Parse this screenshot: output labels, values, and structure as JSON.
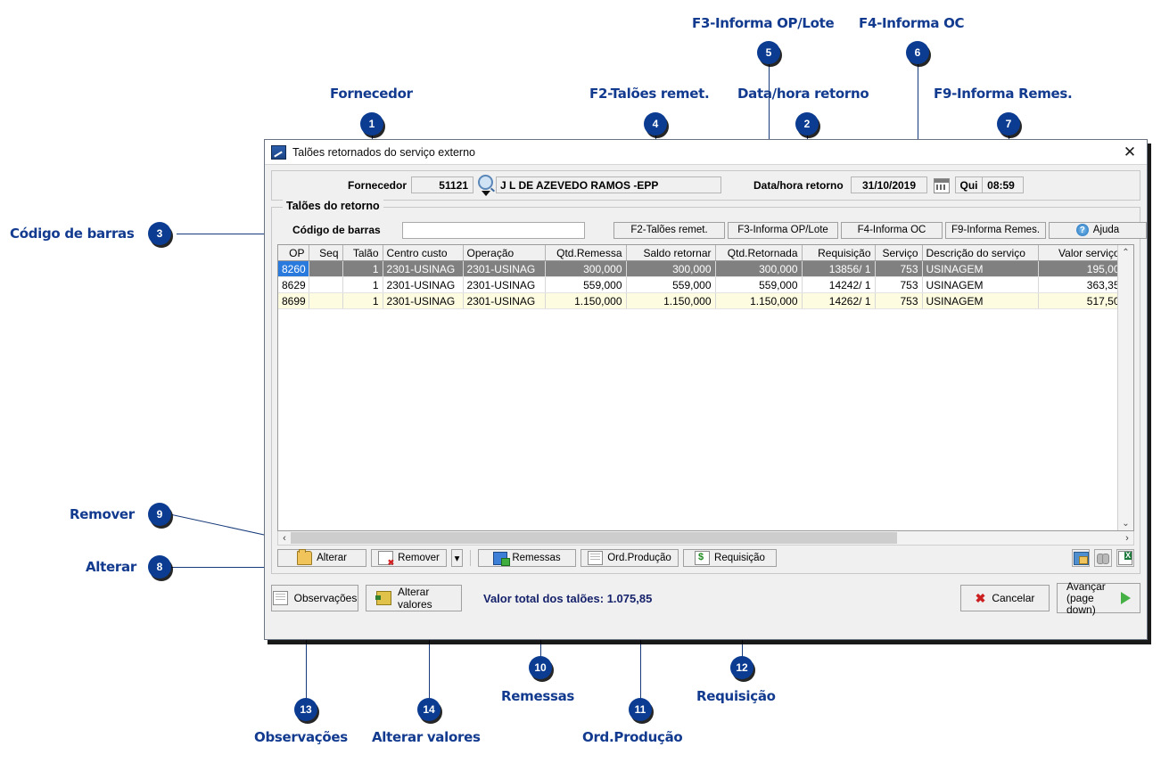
{
  "window": {
    "title": "Talões retornados do serviço externo",
    "close_label": "✕"
  },
  "header": {
    "fornecedor_label": "Fornecedor",
    "fornecedor_code": "51121",
    "fornecedor_name": "J L DE AZEVEDO RAMOS -EPP",
    "datahora_label": "Data/hora retorno",
    "date_value": "31/10/2019",
    "weekday_value": "Qui",
    "time_value": "08:59"
  },
  "group": {
    "title": "Talões do retorno",
    "barcode_label": "Código de barras",
    "barcode_value": "",
    "buttons": [
      {
        "label": "F2-Talões remet."
      },
      {
        "label": "F3-Informa OP/Lote"
      },
      {
        "label": "F4-Informa OC"
      },
      {
        "label": "F9-Informa Remes."
      }
    ],
    "help_label": "Ajuda"
  },
  "grid": {
    "columns": [
      "OP",
      "Seq",
      "Talão",
      "Centro custo",
      "Operação",
      "Qtd.Remessa",
      "Saldo retornar",
      "Qtd.Retornada",
      "Requisição",
      "Serviço",
      "Descrição do serviço",
      "Valor serviço"
    ],
    "rows": [
      {
        "op": "8260",
        "seq": "",
        "talao": "1",
        "centro_custo": "2301-USINAG",
        "operacao": "2301-USINAG",
        "qtd_remessa": "300,000",
        "saldo_retornar": "300,000",
        "qtd_retornada": "300,000",
        "requisicao": "13856/  1",
        "servico": "753",
        "descricao": "USINAGEM",
        "valor": "195,00"
      },
      {
        "op": "8629",
        "seq": "",
        "talao": "1",
        "centro_custo": "2301-USINAG",
        "operacao": "2301-USINAG",
        "qtd_remessa": "559,000",
        "saldo_retornar": "559,000",
        "qtd_retornada": "559,000",
        "requisicao": "14242/  1",
        "servico": "753",
        "descricao": "USINAGEM",
        "valor": "363,35"
      },
      {
        "op": "8699",
        "seq": "",
        "talao": "1",
        "centro_custo": "2301-USINAG",
        "operacao": "2301-USINAG",
        "qtd_remessa": "1.150,000",
        "saldo_retornar": "1.150,000",
        "qtd_retornada": "1.150,000",
        "requisicao": "14262/  1",
        "servico": "753",
        "descricao": "USINAGEM",
        "valor": "517,50"
      }
    ],
    "scroll_up": "⌃",
    "scroll_down": "⌄",
    "scroll_left": "‹",
    "scroll_right": "›"
  },
  "toolbar": {
    "alterar": "Alterar",
    "remover": "Remover",
    "split_caret": "▾",
    "remessas": "Remessas",
    "ord_producao": "Ord.Produção",
    "requisicao": "Requisição"
  },
  "footer": {
    "observacoes": "Observações",
    "alterar_valores": "Alterar valores",
    "total_text": "Valor total dos talões: 1.075,85",
    "cancelar": "Cancelar",
    "avancar_line1": "Avançar",
    "avancar_line2": "(page down)"
  },
  "annotations": {
    "accent_color": "#123a8f",
    "items": [
      {
        "n": "1",
        "label": "Fornecedor"
      },
      {
        "n": "2",
        "label": "Data/hora retorno"
      },
      {
        "n": "3",
        "label": "Código de barras"
      },
      {
        "n": "4",
        "label": "F2-Talões remet."
      },
      {
        "n": "5",
        "label": "F3-Informa OP/Lote"
      },
      {
        "n": "6",
        "label": "F4-Informa OC"
      },
      {
        "n": "7",
        "label": "F9-Informa Remes."
      },
      {
        "n": "8",
        "label": "Alterar"
      },
      {
        "n": "9",
        "label": "Remover"
      },
      {
        "n": "10",
        "label": "Remessas"
      },
      {
        "n": "11",
        "label": "Ord.Produção"
      },
      {
        "n": "12",
        "label": "Requisição"
      },
      {
        "n": "13",
        "label": "Observações"
      },
      {
        "n": "14",
        "label": "Alterar valores"
      }
    ]
  }
}
